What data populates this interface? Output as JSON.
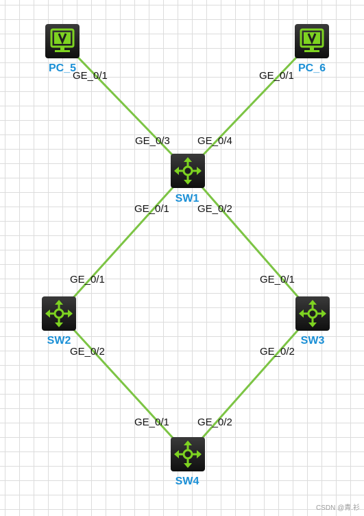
{
  "colors": {
    "link": "#7cc444",
    "device_body": "#1e1e1e",
    "device_glyph": "#7ed321",
    "node_label": "#1a8fd6",
    "port_label": "#111111"
  },
  "nodes": {
    "pc5": {
      "label": "PC_5",
      "type": "pc",
      "icon": "monitor-icon"
    },
    "pc6": {
      "label": "PC_6",
      "type": "pc",
      "icon": "monitor-icon"
    },
    "sw1": {
      "label": "SW1",
      "type": "switch",
      "icon": "switch-arrows-icon"
    },
    "sw2": {
      "label": "SW2",
      "type": "switch",
      "icon": "switch-arrows-icon"
    },
    "sw3": {
      "label": "SW3",
      "type": "switch",
      "icon": "switch-arrows-icon"
    },
    "sw4": {
      "label": "SW4",
      "type": "switch",
      "icon": "switch-arrows-icon"
    }
  },
  "links": [
    {
      "from": "pc5",
      "to": "sw1",
      "from_port": "GE_0/1",
      "to_port": "GE_0/3"
    },
    {
      "from": "pc6",
      "to": "sw1",
      "from_port": "GE_0/1",
      "to_port": "GE_0/4"
    },
    {
      "from": "sw1",
      "to": "sw2",
      "from_port": "GE_0/1",
      "to_port": "GE_0/1"
    },
    {
      "from": "sw1",
      "to": "sw3",
      "from_port": "GE_0/2",
      "to_port": "GE_0/1"
    },
    {
      "from": "sw2",
      "to": "sw4",
      "from_port": "GE_0/2",
      "to_port": "GE_0/1"
    },
    {
      "from": "sw3",
      "to": "sw4",
      "from_port": "GE_0/2",
      "to_port": "GE_0/2"
    }
  ],
  "watermark": "CSDN @青.衫"
}
